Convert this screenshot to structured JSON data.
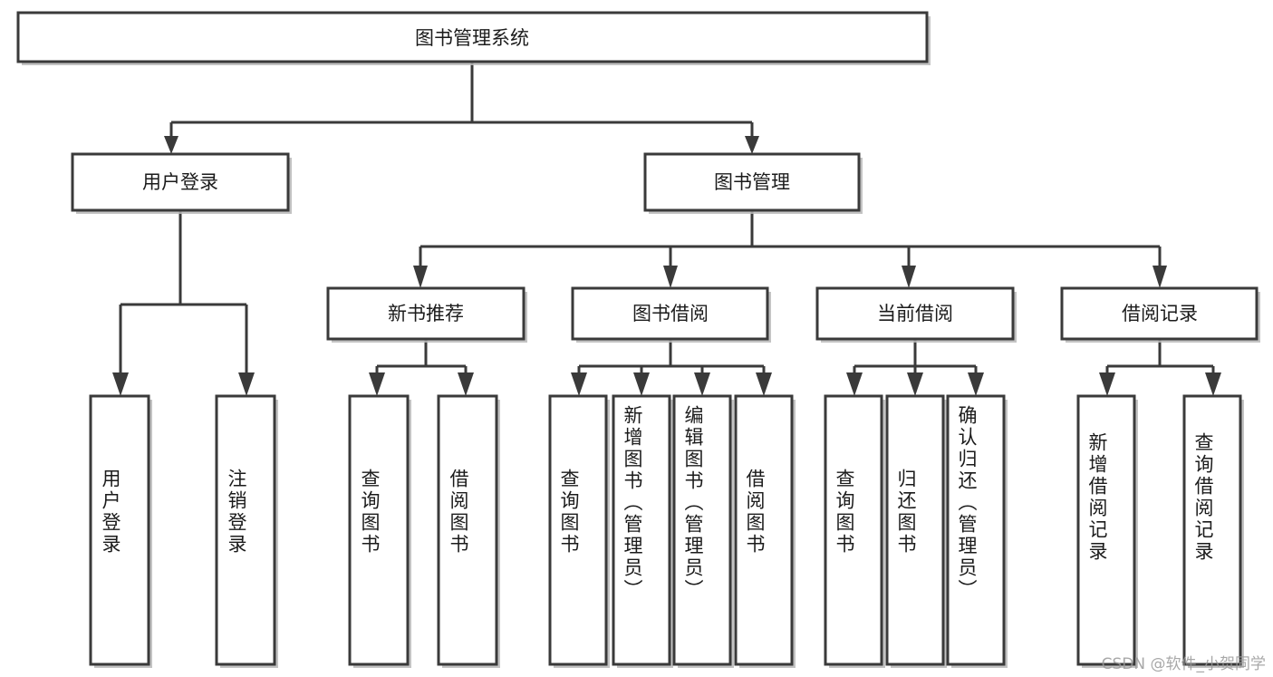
{
  "diagram": {
    "title": "图书管理系统",
    "type": "tree-hierarchy",
    "watermark": "CSDN @软件_小贺同学",
    "root": {
      "id": "root",
      "label": "图书管理系统"
    },
    "level2": [
      {
        "id": "user-login",
        "label": "用户登录"
      },
      {
        "id": "book-manage",
        "label": "图书管理"
      }
    ],
    "level3": [
      {
        "id": "new-book-recommend",
        "label": "新书推荐",
        "parent": "book-manage"
      },
      {
        "id": "book-borrow",
        "label": "图书借阅",
        "parent": "book-manage"
      },
      {
        "id": "current-borrow",
        "label": "当前借阅",
        "parent": "book-manage"
      },
      {
        "id": "borrow-record",
        "label": "借阅记录",
        "parent": "book-manage"
      }
    ],
    "leaves": {
      "user-login": [
        {
          "id": "leaf-user-login",
          "label": "用户登录"
        },
        {
          "id": "leaf-user-logout",
          "label": "注销登录"
        }
      ],
      "new-book-recommend": [
        {
          "id": "leaf-query-book-1",
          "label": "查询图书"
        },
        {
          "id": "leaf-borrow-book-1",
          "label": "借阅图书"
        }
      ],
      "book-borrow": [
        {
          "id": "leaf-query-book-2",
          "label": "查询图书"
        },
        {
          "id": "leaf-add-book",
          "label": "新增图书（管理员）"
        },
        {
          "id": "leaf-edit-book",
          "label": "编辑图书（管理员）"
        },
        {
          "id": "leaf-borrow-book-2",
          "label": "借阅图书"
        }
      ],
      "current-borrow": [
        {
          "id": "leaf-query-book-3",
          "label": "查询图书"
        },
        {
          "id": "leaf-return-book",
          "label": "归还图书"
        },
        {
          "id": "leaf-confirm-return",
          "label": "确认归还（管理员）"
        }
      ],
      "borrow-record": [
        {
          "id": "leaf-add-record",
          "label": "新增借阅记录"
        },
        {
          "id": "leaf-query-record",
          "label": "查询借阅记录"
        }
      ]
    },
    "colors": {
      "box_fill": "#ffffff",
      "box_stroke": "#3a3a3a",
      "connector": "#3a3a3a",
      "text": "#1b1b1b",
      "background": "#ffffff",
      "watermark_text": "#9a9a9a"
    }
  }
}
